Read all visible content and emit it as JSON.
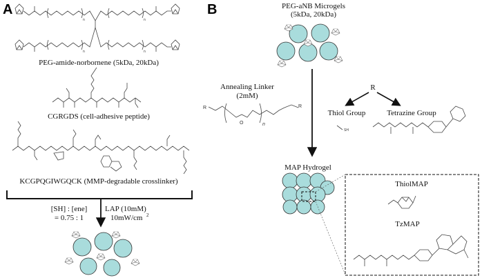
{
  "panel_a": {
    "letter": "A",
    "peg_label": "PEG-amide-norbornene (5kDa, 20kDa)",
    "peptide_label": "CGRGDS (cell-adhesive peptide)",
    "crosslinker_label": "KCGPQGIWGQCK (MMP-degradable crosslinker)",
    "ratio_line1": "[SH] : [ene]",
    "ratio_line2": "= 0.75 : 1",
    "lap_line1": "LAP (10mM)",
    "lap_line2": "10mW/cm",
    "lap_superscript": "2",
    "peg_subscripts": [
      "n",
      "n",
      "n",
      "n"
    ]
  },
  "panel_b": {
    "letter": "B",
    "microgel_line1": "PEG-aNB Microgels",
    "microgel_line2": "(5kDa, 20kDa)",
    "linker_line1": "Annealing Linker",
    "linker_line2": "(2mM)",
    "linker_r_left": "R",
    "linker_r_right": "R",
    "linker_o": "O",
    "linker_n": "n",
    "r_label": "R",
    "thiol_group": "Thiol Group",
    "thiol_sh": "SH",
    "tetrazine_group": "Tetrazine Group",
    "map_hydrogel": "MAP Hydrogel",
    "thiolmap": "ThiolMAP",
    "tzmap": "TzMAP"
  },
  "colors": {
    "microgel_fill": "#a9dcdc",
    "outline": "#333333"
  }
}
